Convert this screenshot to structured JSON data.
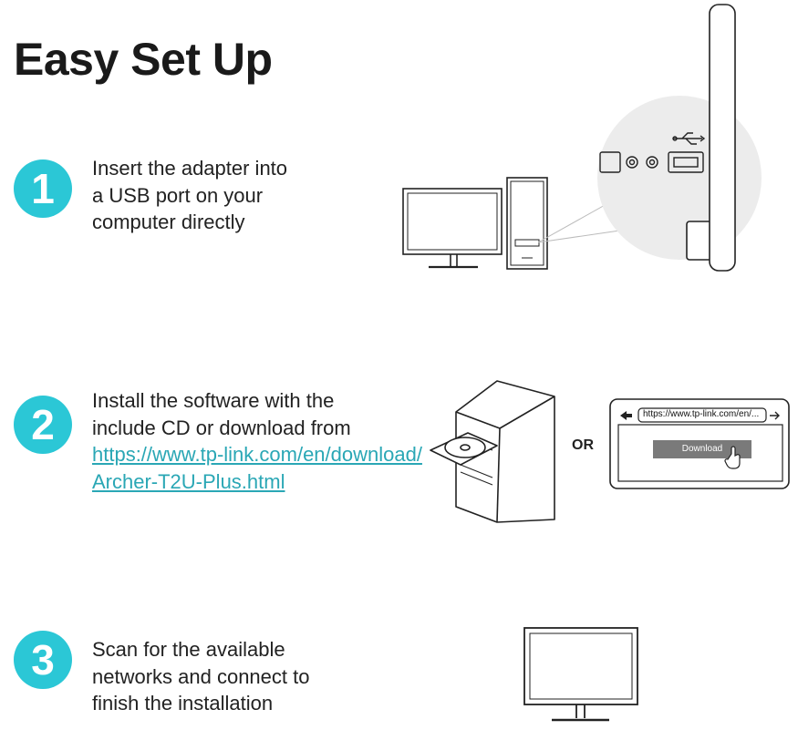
{
  "title": "Easy Set Up",
  "steps": [
    {
      "number": "1",
      "lines": [
        "Insert the adapter into",
        "a USB port on your",
        "computer directly"
      ]
    },
    {
      "number": "2",
      "lines": [
        "Install the software with the",
        "include CD or download from"
      ],
      "link_lines": [
        "https://www.tp-link.com/en/download/",
        "Archer-T2U-Plus.html"
      ]
    },
    {
      "number": "3",
      "lines": [
        "Scan for the available",
        "networks and connect to",
        "finish the installation"
      ]
    }
  ],
  "browser": {
    "url": "https://www.tp-link.com/en/...",
    "download_label": "Download"
  },
  "or_label": "OR",
  "colors": {
    "accent": "#2bc7d6",
    "link": "#2aa7b5",
    "text": "#222222",
    "button": "#7a7a7a"
  }
}
